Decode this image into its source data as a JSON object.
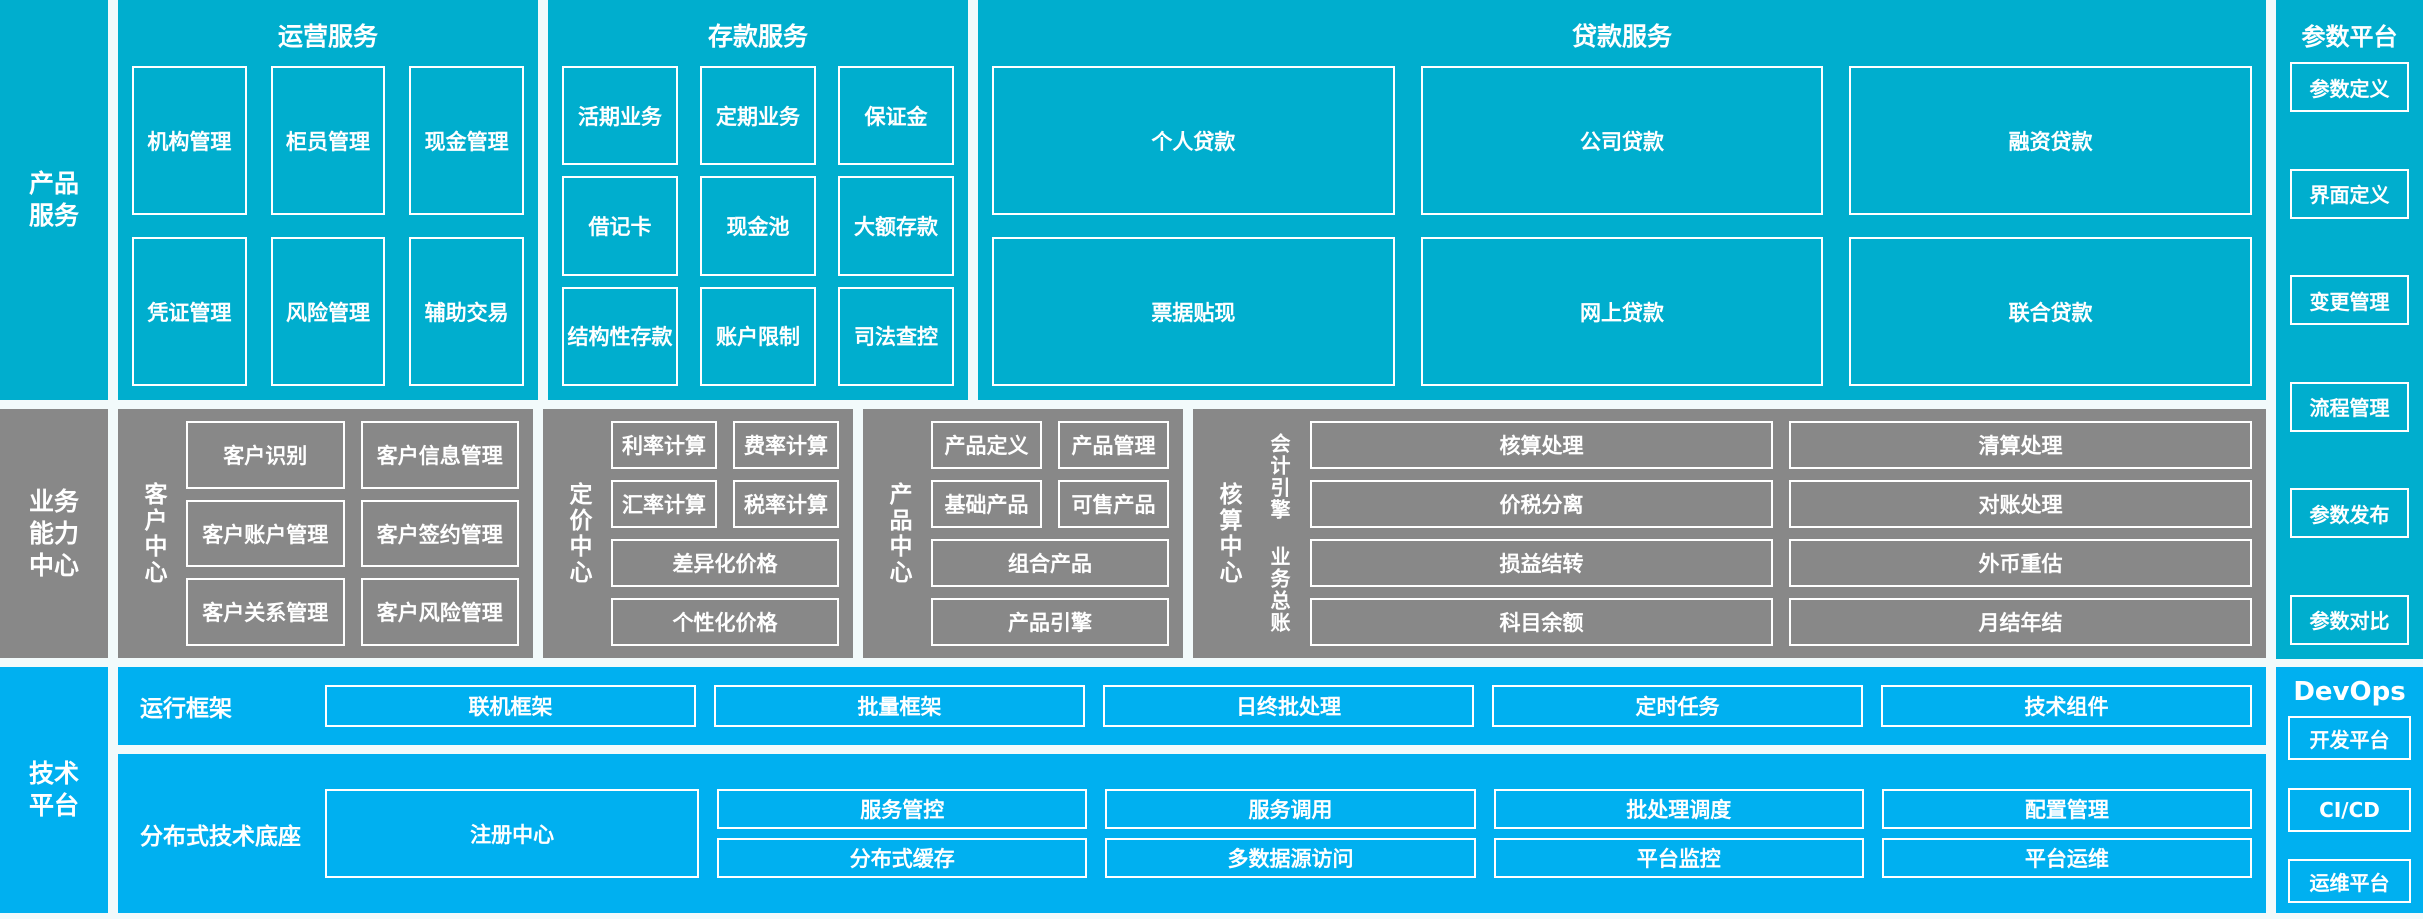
{
  "colors": {
    "cyan": "#00AECE",
    "gray": "#888888",
    "blue": "#00B0F0",
    "background": "#F2FAFB",
    "border": "#FFFFFF"
  },
  "rows": {
    "product_service": {
      "side_label": "产品\n服务",
      "groups": [
        {
          "title": "运营服务",
          "items": [
            "机构管理",
            "柜员管理",
            "现金管理",
            "凭证管理",
            "风险管理",
            "辅助交易"
          ]
        },
        {
          "title": "存款服务",
          "items": [
            "活期业务",
            "定期业务",
            "保证金",
            "借记卡",
            "现金池",
            "大额存款",
            "结构性存款",
            "账户限制",
            "司法查控"
          ]
        },
        {
          "title": "贷款服务",
          "items": [
            "个人贷款",
            "公司贷款",
            "融资贷款",
            "票据贴现",
            "网上贷款",
            "联合贷款"
          ]
        }
      ]
    },
    "capability_center": {
      "side_label": "业务\n能力\n中心",
      "centers": [
        {
          "title": "客户中心",
          "sub_labels": [],
          "rows": [
            [
              "客户识别",
              "客户信息管理"
            ],
            [
              "客户账户管理",
              "客户签约管理"
            ],
            [
              "客户关系管理",
              "客户风险管理"
            ]
          ]
        },
        {
          "title": "定价中心",
          "sub_labels": [],
          "rows": [
            [
              "利率计算",
              "费率计算"
            ],
            [
              "汇率计算",
              "税率计算"
            ],
            [
              "差异化价格"
            ],
            [
              "个性化价格"
            ]
          ]
        },
        {
          "title": "产品中心",
          "sub_labels": [],
          "rows": [
            [
              "产品定义",
              "产品管理"
            ],
            [
              "基础产品",
              "可售产品"
            ],
            [
              "组合产品"
            ],
            [
              "产品引擎"
            ]
          ]
        },
        {
          "title": "核算中心",
          "sub_labels": [
            "会计引擎",
            "业务总账"
          ],
          "rows": [
            [
              "核算处理",
              "清算处理"
            ],
            [
              "价税分离",
              "对账处理"
            ],
            [
              "损益结转",
              "外币重估"
            ],
            [
              "科目余额",
              "月结年结"
            ]
          ]
        }
      ]
    },
    "tech_platform": {
      "side_label": "技术\n平台",
      "strips": [
        {
          "label": "运行框架",
          "cells": [
            "联机框架",
            "批量框架",
            "日终批处理",
            "定时任务",
            "技术组件"
          ]
        },
        {
          "label": "分布式技术底座",
          "wide_cell": "注册中心",
          "columns": [
            {
              "top": "服务管控",
              "bottom": "分布式缓存"
            },
            {
              "top": "服务调用",
              "bottom": "多数据源访问"
            },
            {
              "top": "批处理调度",
              "bottom": "平台监控"
            },
            {
              "top": "配置管理",
              "bottom": "平台运维"
            }
          ]
        }
      ]
    }
  },
  "right_column": {
    "param_platform": {
      "title": "参数平台",
      "items": [
        "参数定义",
        "界面定义",
        "变更管理",
        "流程管理",
        "参数发布",
        "参数对比"
      ]
    },
    "devops": {
      "title": "DevOps",
      "items": [
        "开发平台",
        "CI/CD",
        "运维平台"
      ]
    }
  }
}
